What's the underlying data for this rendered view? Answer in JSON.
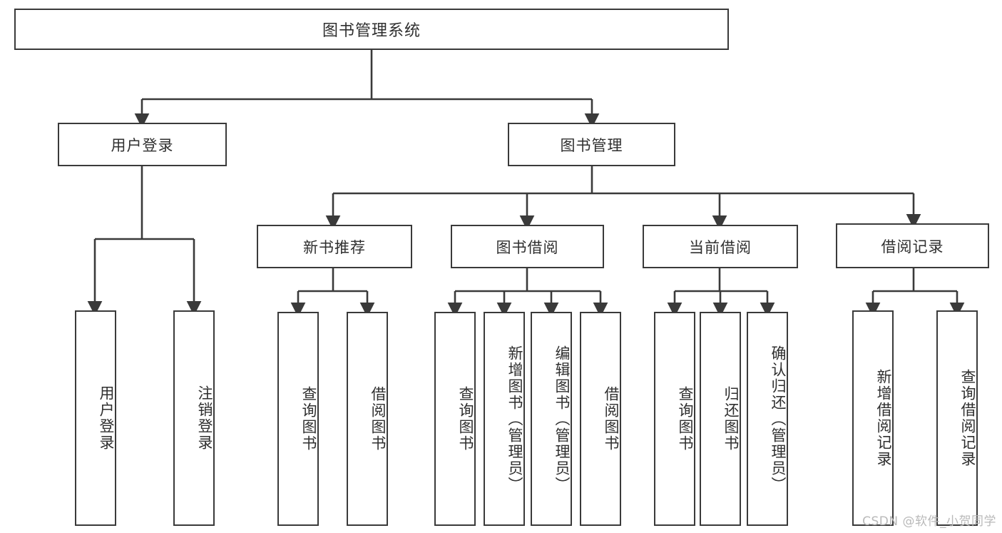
{
  "diagram": {
    "title": "图书管理系统",
    "type": "tree-hierarchy",
    "watermark": "CSDN @软件_小贺同学",
    "colors": {
      "stroke": "#3a3a3a",
      "fill": "#ffffff",
      "text": "#2f2f2f",
      "watermark": "#b9b9b9"
    },
    "root": {
      "label": "图书管理系统"
    },
    "level1": [
      {
        "id": "user-login",
        "label": "用户登录"
      },
      {
        "id": "book-manage",
        "label": "图书管理"
      }
    ],
    "level2": [
      {
        "id": "new-book-rec",
        "label": "新书推荐"
      },
      {
        "id": "book-borrow",
        "label": "图书借阅"
      },
      {
        "id": "current-borrow",
        "label": "当前借阅"
      },
      {
        "id": "borrow-record",
        "label": "借阅记录"
      }
    ],
    "leaves": {
      "user_login": [
        {
          "id": "login",
          "label": "用户登录"
        },
        {
          "id": "logout",
          "label": "注销登录"
        }
      ],
      "new_book_rec": [
        {
          "id": "query-book-a",
          "label": "查询图书"
        },
        {
          "id": "borrow-book-a",
          "label": "借阅图书"
        }
      ],
      "book_borrow": [
        {
          "id": "query-book-b",
          "label": "查询图书"
        },
        {
          "id": "add-book",
          "label": "新增图书（管理员）"
        },
        {
          "id": "edit-book",
          "label": "编辑图书（管理员）"
        },
        {
          "id": "borrow-book-b",
          "label": "借阅图书"
        }
      ],
      "current_borrow": [
        {
          "id": "query-book-c",
          "label": "查询图书"
        },
        {
          "id": "return-book",
          "label": "归还图书"
        },
        {
          "id": "confirm-return",
          "label": "确认归还（管理员）"
        }
      ],
      "borrow_record": [
        {
          "id": "add-record",
          "label": "新增借阅记录"
        },
        {
          "id": "query-record",
          "label": "查询借阅记录"
        }
      ]
    }
  }
}
